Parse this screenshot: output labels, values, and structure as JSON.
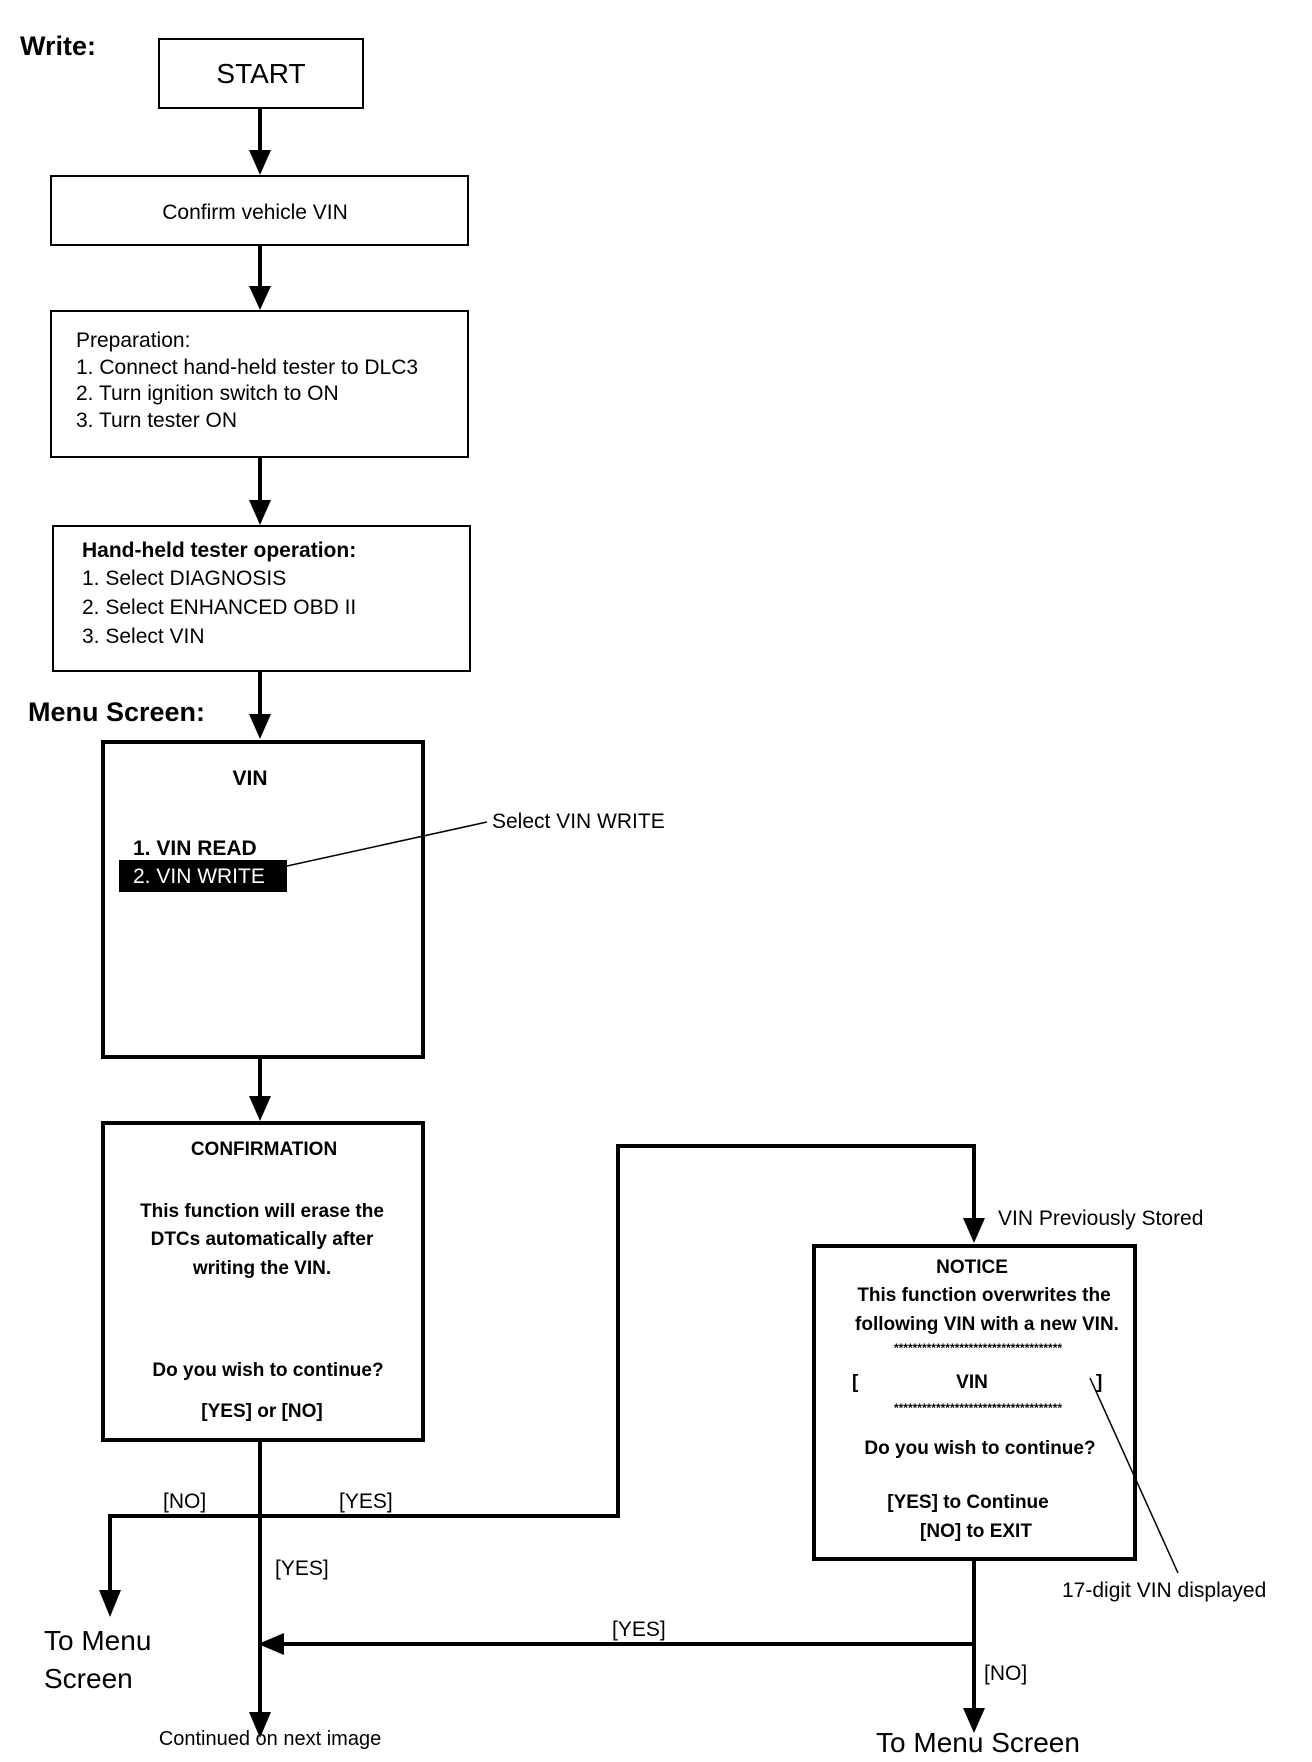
{
  "headings": {
    "write": "Write:",
    "menu_screen": "Menu Screen:"
  },
  "start": {
    "label": "START"
  },
  "confirm_vin": {
    "label": "Confirm vehicle VIN"
  },
  "preparation": {
    "title": "Preparation:",
    "steps": [
      "1. Connect hand-held tester to DLC3",
      "2. Turn ignition switch to ON",
      "3. Turn tester ON"
    ]
  },
  "tester_operation": {
    "title": "Hand-held tester operation:",
    "steps": [
      "1. Select DIAGNOSIS",
      "2. Select ENHANCED OBD II",
      "3. Select VIN"
    ]
  },
  "menu": {
    "title": "VIN",
    "item_read": "1. VIN READ",
    "item_write": "2. VIN WRITE",
    "callout": "Select VIN WRITE"
  },
  "confirmation": {
    "title": "CONFIRMATION",
    "message": [
      "This function will erase the",
      "DTCs automatically after",
      "writing the VIN."
    ],
    "question": "Do you wish to continue?",
    "options": "[YES] or [NO]"
  },
  "notice": {
    "label_above": "VIN Previously Stored",
    "title": "NOTICE",
    "message": [
      "This function overwrites the",
      "following VIN with a new VIN."
    ],
    "stars": "************************************",
    "bracket_open": "[",
    "vin": "VIN",
    "bracket_close": "]",
    "question": "Do you wish to continue?",
    "yes_option": "[YES] to Continue",
    "no_option": "[NO] to EXIT",
    "callout": "17-digit VIN displayed"
  },
  "branches": {
    "no_left": "[NO]",
    "yes_right": "[YES]",
    "yes_down": "[YES]",
    "yes_return": "[YES]",
    "no_notice": "[NO]"
  },
  "endpoints": {
    "to_menu_left": [
      "To Menu",
      "Screen"
    ],
    "continued": "Continued on next image",
    "to_menu_right": "To Menu Screen"
  }
}
